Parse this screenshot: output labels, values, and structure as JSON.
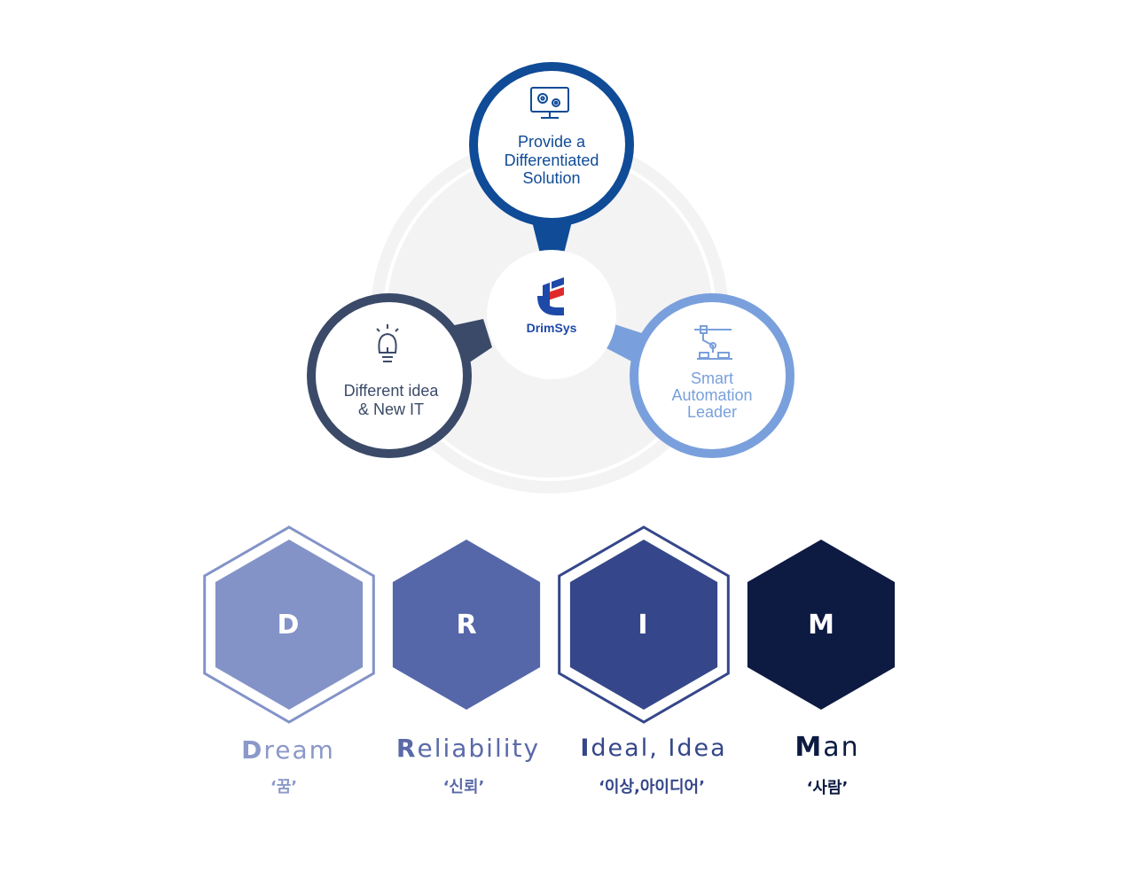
{
  "logo": {
    "text": "DrimSys",
    "colors": {
      "blue": "#1d49a8",
      "red": "#e02a2a"
    }
  },
  "circles": [
    {
      "id": "top",
      "label_lines": [
        "Provide a",
        "Differentiated",
        "Solution"
      ],
      "icon": "monitor-gear-icon",
      "color": "#0f4b96"
    },
    {
      "id": "left",
      "label_lines": [
        "Different idea",
        "& New IT"
      ],
      "icon": "lightbulb-icon",
      "color": "#3a4a68"
    },
    {
      "id": "right",
      "label_lines": [
        "Smart",
        "Automation",
        "Leader"
      ],
      "icon": "robot-arm-icon",
      "color": "#79a0dc"
    }
  ],
  "drim": [
    {
      "letter": "D",
      "rest": "ream",
      "ko": "‘꿈’",
      "color": "#8393c8",
      "text_color": "#8b98c9",
      "outlined": true
    },
    {
      "letter": "R",
      "rest": "eliability",
      "ko": "‘신뢰’",
      "color": "#5567a8",
      "text_color": "#5a6aa8",
      "outlined": false
    },
    {
      "letter": "I",
      "rest": "deal, Idea",
      "ko": "‘이상,아이디어’",
      "color": "#35478a",
      "text_color": "#35478a",
      "outlined": true
    },
    {
      "letter": "M",
      "rest": "an",
      "ko": "‘사람’",
      "color": "#0d1a42",
      "text_color": "#0d1a42",
      "outlined": false
    }
  ]
}
